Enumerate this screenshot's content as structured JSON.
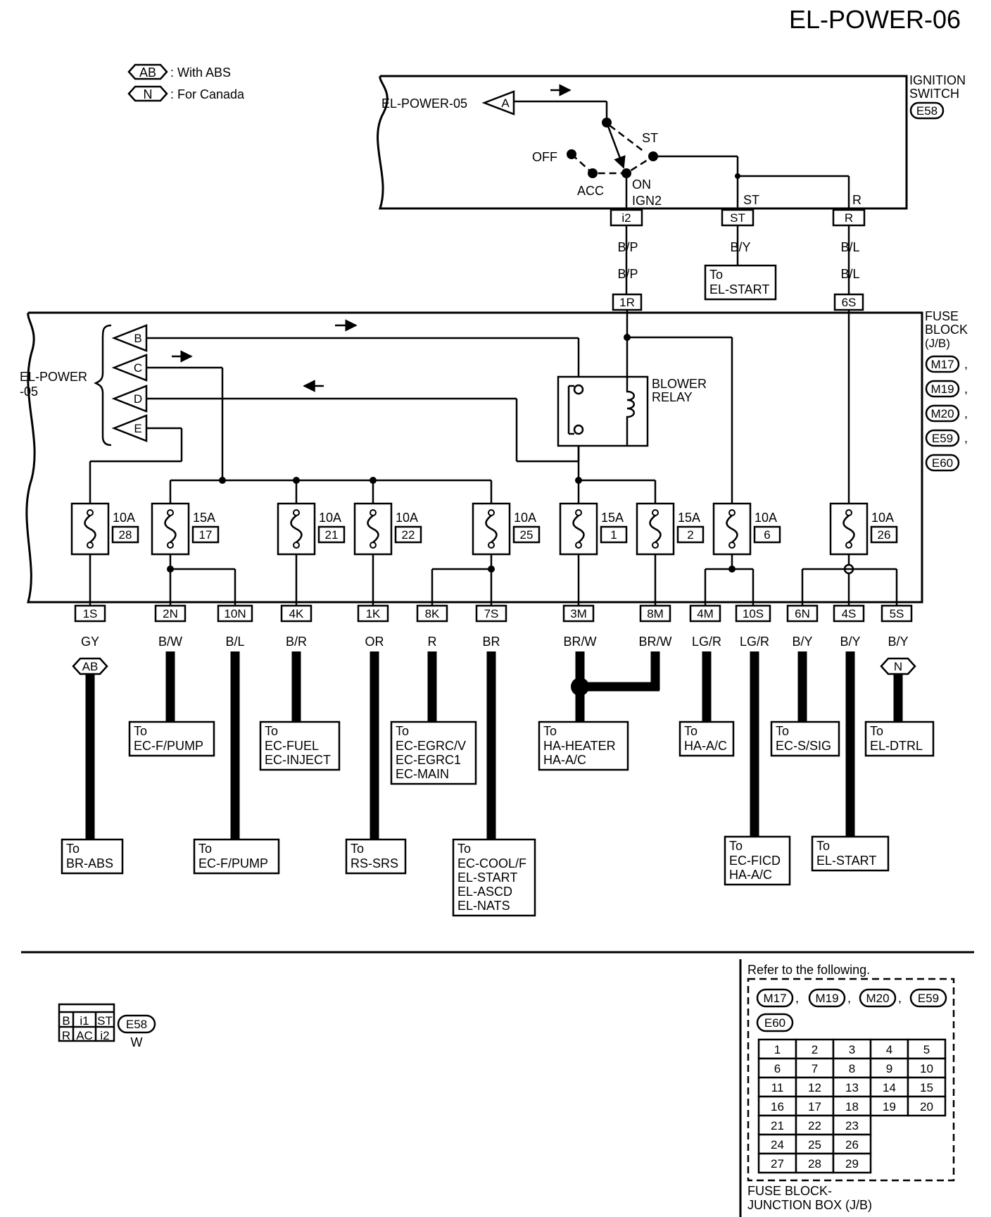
{
  "title": "EL-POWER-06",
  "legend": [
    {
      "symbol": "AB",
      "text": ": With ABS"
    },
    {
      "symbol": "N",
      "text": ": For Canada"
    }
  ],
  "ignition_switch": {
    "name_line1": "IGNITION",
    "name_line2": "SWITCH",
    "connector": "E58",
    "incoming_ref": "EL-POWER-05",
    "incoming_tag": "A",
    "positions": [
      "OFF",
      "ACC",
      "ON",
      "IGN2",
      "ST"
    ],
    "terminals": [
      "i2",
      "ST",
      "R"
    ],
    "terminal_labels": [
      "ST",
      "R"
    ]
  },
  "top_wires": [
    {
      "pin": "i2",
      "color_upper": "B/P",
      "color_lower": "B/P",
      "jb_pin": "1R"
    },
    {
      "pin": "ST",
      "color_upper": "B/Y",
      "destination": [
        "To",
        "EL-START"
      ]
    },
    {
      "pin": "R",
      "color_upper": "B/L",
      "color_lower": "B/L",
      "jb_pin": "6S"
    }
  ],
  "fuse_block": {
    "name_lines": [
      "FUSE",
      "BLOCK",
      "(J/B)"
    ],
    "connectors": [
      "M17",
      "M19",
      "M20",
      "E59",
      "E60"
    ],
    "left_ref_line1": "EL-POWER",
    "left_ref_line2": "-05",
    "tags": [
      "B",
      "C",
      "D",
      "E"
    ],
    "relay_line1": "BLOWER",
    "relay_line2": "RELAY",
    "fuses": [
      {
        "rating": "10A",
        "number": "28"
      },
      {
        "rating": "15A",
        "number": "17"
      },
      {
        "rating": "10A",
        "number": "21"
      },
      {
        "rating": "10A",
        "number": "22"
      },
      {
        "rating": "10A",
        "number": "25"
      },
      {
        "rating": "15A",
        "number": "1"
      },
      {
        "rating": "15A",
        "number": "2"
      },
      {
        "rating": "10A",
        "number": "6"
      },
      {
        "rating": "10A",
        "number": "26"
      }
    ]
  },
  "outputs": [
    {
      "pin": "1S",
      "color": "GY",
      "option": "AB",
      "destination": [
        "To",
        "BR-ABS"
      ]
    },
    {
      "pin": "2N",
      "color": "B/W",
      "destination": [
        "To",
        "EC-F/PUMP"
      ]
    },
    {
      "pin": "10N",
      "color": "B/L",
      "destination": [
        "To",
        "EC-F/PUMP"
      ]
    },
    {
      "pin": "4K",
      "color": "B/R",
      "destination": [
        "To",
        "EC-FUEL",
        "EC-INJECT"
      ]
    },
    {
      "pin": "1K",
      "color": "OR",
      "destination": [
        "To",
        "RS-SRS"
      ]
    },
    {
      "pin": "8K",
      "color": "R",
      "destination": [
        "To",
        "EC-EGRC/V",
        "EC-EGRC1",
        "EC-MAIN"
      ]
    },
    {
      "pin": "7S",
      "color": "BR",
      "destination": [
        "To",
        "EC-COOL/F",
        "EL-START",
        "EL-ASCD",
        "EL-NATS"
      ]
    },
    {
      "pin": "3M",
      "color": "BR/W",
      "destination": [
        "To",
        "HA-HEATER",
        "HA-A/C"
      ]
    },
    {
      "pin": "8M",
      "color": "BR/W"
    },
    {
      "pin": "4M",
      "color": "LG/R",
      "destination": [
        "To",
        "HA-A/C"
      ]
    },
    {
      "pin": "10S",
      "color": "LG/R",
      "destination": [
        "To",
        "EC-FICD",
        "HA-A/C"
      ]
    },
    {
      "pin": "6N",
      "color": "B/Y",
      "destination": [
        "To",
        "EC-S/SIG"
      ]
    },
    {
      "pin": "4S",
      "color": "B/Y",
      "destination": [
        "To",
        "EL-START"
      ]
    },
    {
      "pin": "5S",
      "color": "B/Y",
      "option": "N",
      "destination": [
        "To",
        "EL-DTRL"
      ]
    }
  ],
  "connector_face": {
    "top_row": [
      "B",
      "i1",
      "ST"
    ],
    "bottom_row": [
      "R",
      "AC",
      "i2"
    ],
    "connector": "E58",
    "color": "W"
  },
  "reference": {
    "heading": "Refer to the following.",
    "connectors": [
      "M17",
      "M19",
      "M20",
      "E59",
      "E60"
    ],
    "grid": [
      [
        "1",
        "2",
        "3",
        "4",
        "5"
      ],
      [
        "6",
        "7",
        "8",
        "9",
        "10"
      ],
      [
        "11",
        "12",
        "13",
        "14",
        "15"
      ],
      [
        "16",
        "17",
        "18",
        "19",
        "20"
      ],
      [
        "21",
        "22",
        "23"
      ],
      [
        "24",
        "25",
        "26"
      ],
      [
        "27",
        "28",
        "29"
      ]
    ],
    "caption_line1": "FUSE BLOCK-",
    "caption_line2": "JUNCTION BOX (J/B)"
  }
}
